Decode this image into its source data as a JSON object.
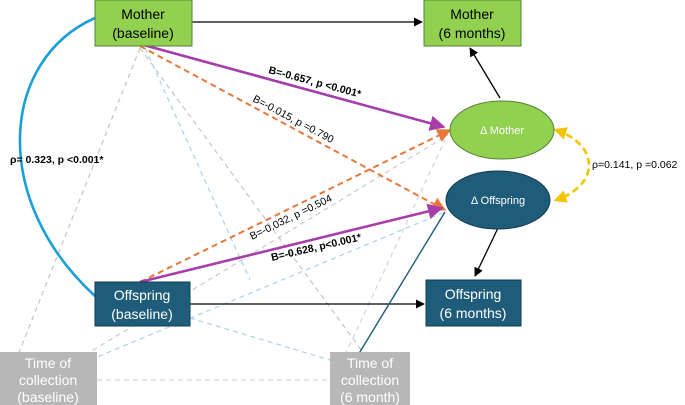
{
  "nodes": {
    "mother_baseline": {
      "line1": "Mother",
      "line2": "(baseline)"
    },
    "mother_6m": {
      "line1": "Mother",
      "line2": "(6 months)"
    },
    "delta_mother": {
      "label": "Δ Mother"
    },
    "delta_offspring": {
      "label": "Δ Offspring"
    },
    "offspring_baseline": {
      "line1": "Offspring",
      "line2": "(baseline)"
    },
    "offspring_6m": {
      "line1": "Offspring",
      "line2": "(6 months)"
    },
    "time_baseline": {
      "line1": "Time of",
      "line2": "collection",
      "line3": "(baseline)"
    },
    "time_6m": {
      "line1": "Time of",
      "line2": "collection",
      "line3": "(6 month)"
    }
  },
  "edge_labels": {
    "mother_to_delta_mother": "B=-0.657, p <0.001*",
    "mother_to_delta_offspring": "B=-0.015, p =0.790",
    "offspring_to_delta_mother": "B=-0.032, p =0.504",
    "offspring_to_delta_offspring": "B=-0.628, p<0.001*",
    "baseline_correlation": "ρ= 0.323, p <0.001*",
    "delta_correlation": "ρ=0.141, p =0.062"
  },
  "colors": {
    "mother_fill": "#92d050",
    "mother_border": "#548235",
    "offspring_fill": "#1f5c7a",
    "offspring_border": "#0f3b52",
    "time_fill": "#b7b7b7",
    "purple": "#a63da8",
    "orange": "#e8773a",
    "blue_curve": "#1aa0d8",
    "yellow": "#f2c500",
    "gray_dash": "#c6c6c6",
    "lightblue_dash": "#a8d4ea"
  }
}
